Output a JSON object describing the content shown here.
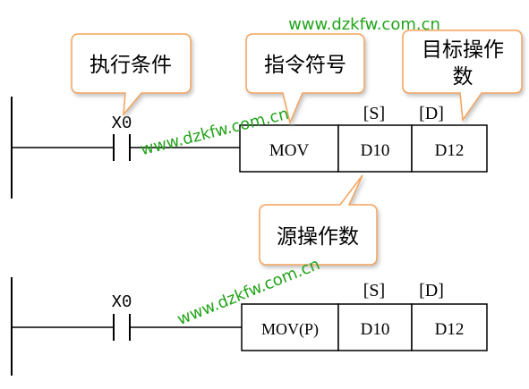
{
  "watermark": "www.dzkfw.com.cn",
  "callouts": {
    "execution_condition": "执行条件",
    "instruction_symbol": "指令符号",
    "target_operand_line1": "目标操作",
    "target_operand_line2": "数",
    "source_operand": "源操作数"
  },
  "rung1": {
    "contact": "X0",
    "instruction": "MOV",
    "source_tag": "[S]",
    "dest_tag": "[D]",
    "source": "D10",
    "dest": "D12"
  },
  "rung2": {
    "contact": "X0",
    "instruction": "MOV(P)",
    "source_tag": "[S]",
    "dest_tag": "[D]",
    "source": "D10",
    "dest": "D12"
  },
  "colors": {
    "line": "#000000",
    "callout_fill": "#ffffff",
    "callout_stroke": "#f5a35c",
    "watermark": "#22a41a"
  }
}
